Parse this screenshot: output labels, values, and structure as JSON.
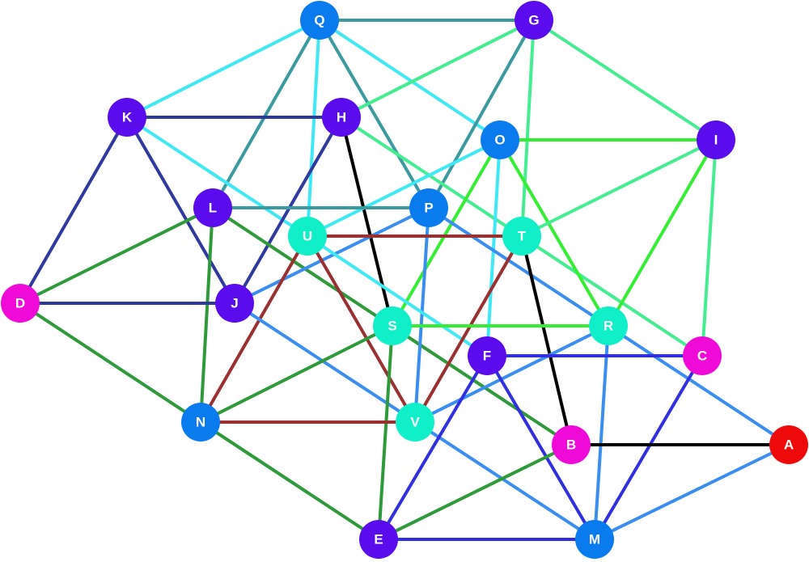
{
  "graph": {
    "nodes": [
      {
        "id": "Q",
        "label": "Q",
        "color": "#0a7bef"
      },
      {
        "id": "G",
        "label": "G",
        "color": "#5a0ced"
      },
      {
        "id": "K",
        "label": "K",
        "color": "#5a0ced"
      },
      {
        "id": "H",
        "label": "H",
        "color": "#5a0ced"
      },
      {
        "id": "O",
        "label": "O",
        "color": "#0a7bef"
      },
      {
        "id": "I",
        "label": "I",
        "color": "#5a0ced"
      },
      {
        "id": "L",
        "label": "L",
        "color": "#5a0ced"
      },
      {
        "id": "P",
        "label": "P",
        "color": "#0a7bef"
      },
      {
        "id": "U",
        "label": "U",
        "color": "#10efc8"
      },
      {
        "id": "T",
        "label": "T",
        "color": "#10efc8"
      },
      {
        "id": "D",
        "label": "D",
        "color": "#f00ad8"
      },
      {
        "id": "J",
        "label": "J",
        "color": "#5a0ced"
      },
      {
        "id": "S",
        "label": "S",
        "color": "#10efc8"
      },
      {
        "id": "R",
        "label": "R",
        "color": "#10efc8"
      },
      {
        "id": "F",
        "label": "F",
        "color": "#5a0ced"
      },
      {
        "id": "C",
        "label": "C",
        "color": "#f00ad8"
      },
      {
        "id": "N",
        "label": "N",
        "color": "#0a7bef"
      },
      {
        "id": "V",
        "label": "V",
        "color": "#10efc8"
      },
      {
        "id": "B",
        "label": "B",
        "color": "#f00ad8"
      },
      {
        "id": "A",
        "label": "A",
        "color": "#ee0a0a"
      },
      {
        "id": "E",
        "label": "E",
        "color": "#5a0ced"
      },
      {
        "id": "M",
        "label": "M",
        "color": "#0a7bef"
      }
    ],
    "edges": [
      {
        "from": "Q",
        "to": "G",
        "color": "#3a9aa0"
      },
      {
        "from": "Q",
        "to": "K",
        "color": "#3ee8f5"
      },
      {
        "from": "Q",
        "to": "L",
        "color": "#3a9aa0"
      },
      {
        "from": "Q",
        "to": "U",
        "color": "#3ee8f5"
      },
      {
        "from": "Q",
        "to": "P",
        "color": "#3a9aa0"
      },
      {
        "from": "Q",
        "to": "O",
        "color": "#3ee8f5"
      },
      {
        "from": "G",
        "to": "H",
        "color": "#44ee90"
      },
      {
        "from": "G",
        "to": "P",
        "color": "#3a9aa0"
      },
      {
        "from": "G",
        "to": "T",
        "color": "#44ee90"
      },
      {
        "from": "G",
        "to": "I",
        "color": "#44ee90"
      },
      {
        "from": "K",
        "to": "H",
        "color": "#2e3aa0"
      },
      {
        "from": "K",
        "to": "D",
        "color": "#2e3aa0"
      },
      {
        "from": "K",
        "to": "J",
        "color": "#2e3aa0"
      },
      {
        "from": "K",
        "to": "U",
        "color": "#3ee8f5"
      },
      {
        "from": "H",
        "to": "J",
        "color": "#2e3aa0"
      },
      {
        "from": "H",
        "to": "S",
        "color": "#000000"
      },
      {
        "from": "H",
        "to": "C",
        "color": "#44ee90"
      },
      {
        "from": "O",
        "to": "I",
        "color": "#33ee33"
      },
      {
        "from": "O",
        "to": "U",
        "color": "#3ee8f5"
      },
      {
        "from": "O",
        "to": "F",
        "color": "#3ee8f5"
      },
      {
        "from": "O",
        "to": "S",
        "color": "#33ee33"
      },
      {
        "from": "O",
        "to": "R",
        "color": "#33ee33"
      },
      {
        "from": "I",
        "to": "T",
        "color": "#44ee90"
      },
      {
        "from": "I",
        "to": "R",
        "color": "#33ee33"
      },
      {
        "from": "I",
        "to": "C",
        "color": "#44ee90"
      },
      {
        "from": "L",
        "to": "P",
        "color": "#3a9aa0"
      },
      {
        "from": "L",
        "to": "D",
        "color": "#2e9a3a"
      },
      {
        "from": "L",
        "to": "N",
        "color": "#2e9a3a"
      },
      {
        "from": "L",
        "to": "B",
        "color": "#2e9a3a"
      },
      {
        "from": "P",
        "to": "J",
        "color": "#3a8ef0"
      },
      {
        "from": "P",
        "to": "V",
        "color": "#3a8ef0"
      },
      {
        "from": "P",
        "to": "A",
        "color": "#3a8ef0"
      },
      {
        "from": "U",
        "to": "T",
        "color": "#9a3030"
      },
      {
        "from": "U",
        "to": "N",
        "color": "#9a3030"
      },
      {
        "from": "U",
        "to": "V",
        "color": "#9a3030"
      },
      {
        "from": "U",
        "to": "F",
        "color": "#3ee8f5"
      },
      {
        "from": "T",
        "to": "V",
        "color": "#9a3030"
      },
      {
        "from": "T",
        "to": "B",
        "color": "#000000"
      },
      {
        "from": "D",
        "to": "J",
        "color": "#2e3aa0"
      },
      {
        "from": "D",
        "to": "N",
        "color": "#2e9a3a"
      },
      {
        "from": "J",
        "to": "M",
        "color": "#3a8ef0"
      },
      {
        "from": "S",
        "to": "R",
        "color": "#33ee33"
      },
      {
        "from": "S",
        "to": "N",
        "color": "#2e9a3a"
      },
      {
        "from": "S",
        "to": "E",
        "color": "#2e9a3a"
      },
      {
        "from": "R",
        "to": "V",
        "color": "#3a8ef0"
      },
      {
        "from": "R",
        "to": "M",
        "color": "#3a8ef0"
      },
      {
        "from": "F",
        "to": "C",
        "color": "#3030e0"
      },
      {
        "from": "F",
        "to": "E",
        "color": "#3030e0"
      },
      {
        "from": "F",
        "to": "M",
        "color": "#3030e0"
      },
      {
        "from": "C",
        "to": "M",
        "color": "#3030e0"
      },
      {
        "from": "N",
        "to": "V",
        "color": "#9a3030"
      },
      {
        "from": "N",
        "to": "E",
        "color": "#2e9a3a"
      },
      {
        "from": "B",
        "to": "A",
        "color": "#000000"
      },
      {
        "from": "B",
        "to": "E",
        "color": "#2e9a3a"
      },
      {
        "from": "A",
        "to": "M",
        "color": "#3a8ef0"
      },
      {
        "from": "E",
        "to": "M",
        "color": "#3030e0"
      }
    ]
  }
}
